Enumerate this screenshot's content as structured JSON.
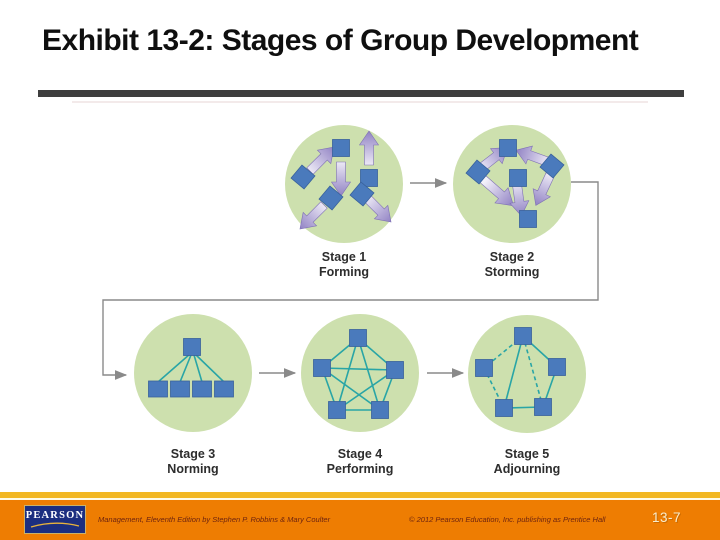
{
  "slide": {
    "title": "Exhibit 13-2: Stages of Group Development"
  },
  "diagram": {
    "type": "flow",
    "stages": [
      {
        "title": "Stage 1",
        "name": "Forming"
      },
      {
        "title": "Stage 2",
        "name": "Storming"
      },
      {
        "title": "Stage 3",
        "name": "Norming"
      },
      {
        "title": "Stage 4",
        "name": "Performing"
      },
      {
        "title": "Stage 5",
        "name": "Adjourning"
      }
    ],
    "colors": {
      "circle_green": "#cde0ae",
      "member_blue": "#4a7abc",
      "arrow_purple": "#8e7fc2",
      "link_teal": "#29a5a6",
      "connector_gray": "#8a8a8a"
    }
  },
  "footer": {
    "logo_text": "PEARSON",
    "book_credit": "Management, Eleventh Edition by Stephen P. Robbins & Mary Coulter",
    "copyright": "© 2012 Pearson Education, Inc. publishing as Prentice Hall",
    "page_label": "13-7",
    "colors": {
      "band_orange": "#ee7d02",
      "band_gold": "#f2b722",
      "logo_navy": "#1c2e80"
    }
  }
}
